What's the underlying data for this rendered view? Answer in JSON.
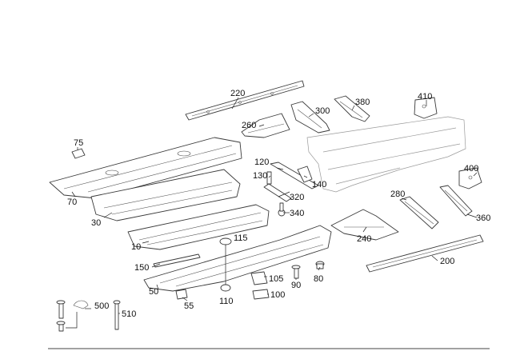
{
  "diagram": {
    "callouts": [
      {
        "id": "220",
        "label": "220"
      },
      {
        "id": "410",
        "label": "410"
      },
      {
        "id": "380",
        "label": "380"
      },
      {
        "id": "300",
        "label": "300"
      },
      {
        "id": "260",
        "label": "260"
      },
      {
        "id": "75",
        "label": "75"
      },
      {
        "id": "120",
        "label": "120"
      },
      {
        "id": "130",
        "label": "130"
      },
      {
        "id": "140",
        "label": "140"
      },
      {
        "id": "400",
        "label": "400"
      },
      {
        "id": "70",
        "label": "70"
      },
      {
        "id": "320",
        "label": "320"
      },
      {
        "id": "280",
        "label": "280"
      },
      {
        "id": "30",
        "label": "30"
      },
      {
        "id": "340",
        "label": "340"
      },
      {
        "id": "360",
        "label": "360"
      },
      {
        "id": "240",
        "label": "240"
      },
      {
        "id": "10",
        "label": "10"
      },
      {
        "id": "115",
        "label": "115"
      },
      {
        "id": "200",
        "label": "200"
      },
      {
        "id": "150",
        "label": "150"
      },
      {
        "id": "80",
        "label": "80"
      },
      {
        "id": "105",
        "label": "105"
      },
      {
        "id": "90",
        "label": "90"
      },
      {
        "id": "50",
        "label": "50"
      },
      {
        "id": "100",
        "label": "100"
      },
      {
        "id": "110",
        "label": "110"
      },
      {
        "id": "55",
        "label": "55"
      },
      {
        "id": "500",
        "label": "500"
      },
      {
        "id": "510",
        "label": "510"
      }
    ]
  }
}
